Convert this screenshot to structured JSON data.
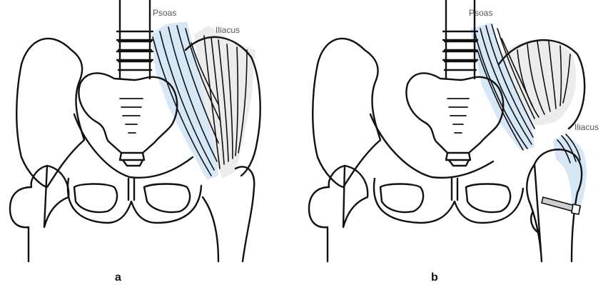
{
  "panels": [
    {
      "id": "a",
      "caption": "a",
      "psoas_label": "Psoas",
      "iliacus_label": "Iliacus"
    },
    {
      "id": "b",
      "caption": "b",
      "psoas_label": "Psoas",
      "iliacus_label": "Iliacus"
    }
  ],
  "colors": {
    "psoas_fill": "#d6e8f7",
    "iliacus_fill": "#ececec",
    "line": "#111111",
    "label": "#555555"
  }
}
